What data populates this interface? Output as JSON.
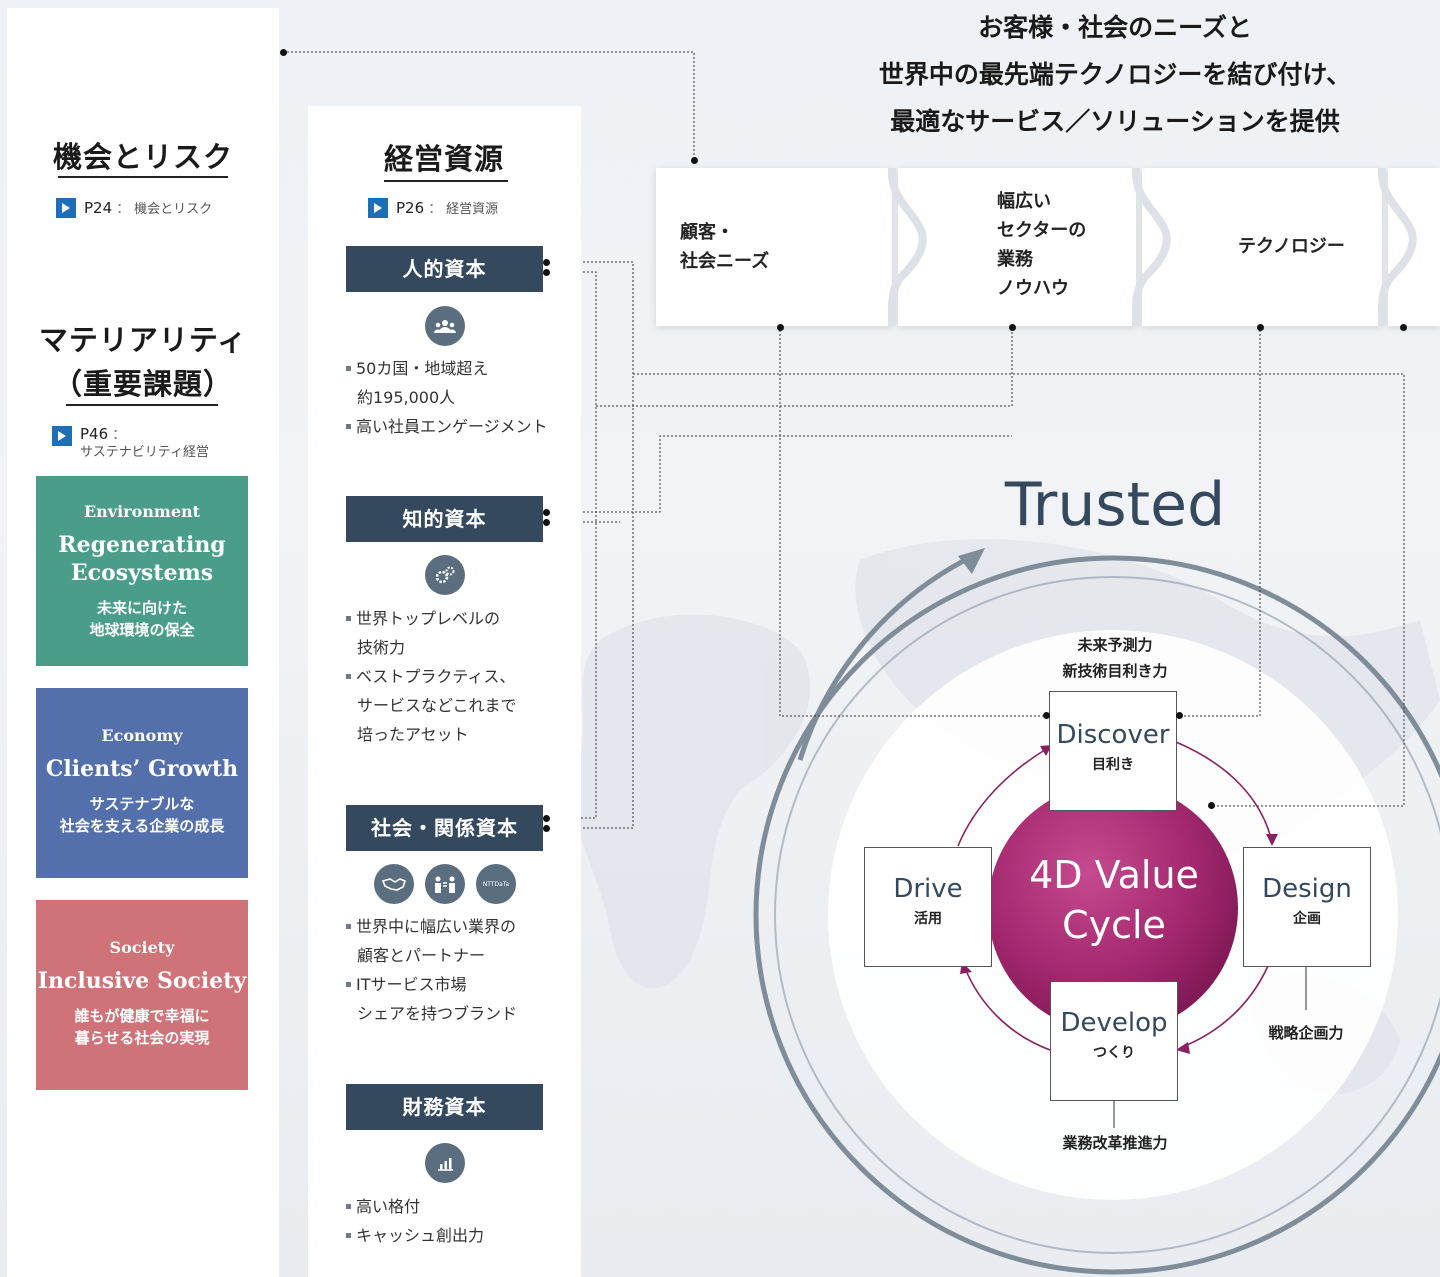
{
  "headline": {
    "line1": "お客様・社会のニーズと",
    "line2": "世界中の最先端テクノロジーを結び付け、",
    "line3": "最適なサービス／ソリューションを提供"
  },
  "left": {
    "risk_title": "機会とリスク",
    "risk_ref": {
      "page": "P24",
      "sep": "：",
      "label": "機会とリスク"
    },
    "materiality_title_1": "マテリアリティ",
    "materiality_title_2": "（重要課題）",
    "materiality_ref": {
      "page": "P46",
      "sep": "：",
      "label": "サステナビリティ経営"
    },
    "cards": [
      {
        "kind": "Environment",
        "title_1": "Regenerating",
        "title_2": "Ecosystems",
        "sub_1": "未来に向けた",
        "sub_2": "地球環境の保全",
        "color": "#4a9d88"
      },
      {
        "kind": "Economy",
        "title_1": "Clients’ Growth",
        "title_2": "",
        "sub_1": "サステナブルな",
        "sub_2": "社会を支える企業の成長",
        "color": "#5470ac"
      },
      {
        "kind": "Society",
        "title_1": "Inclusive Society",
        "title_2": "",
        "sub_1": "誰もが健康で幸福に",
        "sub_2": "暮らせる社会の実現",
        "color": "#cf7378"
      }
    ]
  },
  "capitals": {
    "title": "経営資源",
    "ref": {
      "page": "P26",
      "sep": "：",
      "label": "経営資源"
    },
    "items": [
      {
        "name": "人的資本",
        "icon": "people-icon",
        "lines": [
          "50カ国・地域超え",
          "約195,000人",
          "高い社員エンゲージメント"
        ]
      },
      {
        "name": "知的資本",
        "icon": "gears-icon",
        "lines": [
          "世界トップレベルの",
          "技術力",
          "ベストプラクティス、",
          "サービスなどこれまで",
          "培ったアセット"
        ]
      },
      {
        "name": "社会・関係資本",
        "icon": "handshake-icon",
        "icon2": "partners-icon",
        "icon3_text": "NTTDaTa",
        "lines": [
          "世界中に幅広い業界の",
          "顧客とパートナー",
          "ITサービス市場",
          "シェアを持つブランド"
        ]
      },
      {
        "name": "財務資本",
        "icon": "chart-icon",
        "lines": [
          "高い格付",
          "キャッシュ創出力"
        ]
      }
    ]
  },
  "puzzle": [
    {
      "line1": "顧客・",
      "line2": "社会ニーズ",
      "line3": "",
      "line4": ""
    },
    {
      "line1": "幅広い",
      "line2": "セクターの",
      "line3": "業務",
      "line4": "ノウハウ"
    },
    {
      "line1": "テクノロジー",
      "line2": "",
      "line3": "",
      "line4": ""
    }
  ],
  "cycle": {
    "trusted": "Trusted",
    "center_1": "4D Value",
    "center_2": "Cycle",
    "boxes": [
      {
        "en": "Discover",
        "jp": "目利き"
      },
      {
        "en": "Design",
        "jp": "企画"
      },
      {
        "en": "Develop",
        "jp": "つくり"
      },
      {
        "en": "Drive",
        "jp": "活用"
      }
    ],
    "top_label_1": "未来予測力",
    "top_label_2": "新技術目利き力",
    "right_label": "戦略企画力",
    "bottom_label": "業務改革推進力",
    "center_color": "#a4286f"
  }
}
